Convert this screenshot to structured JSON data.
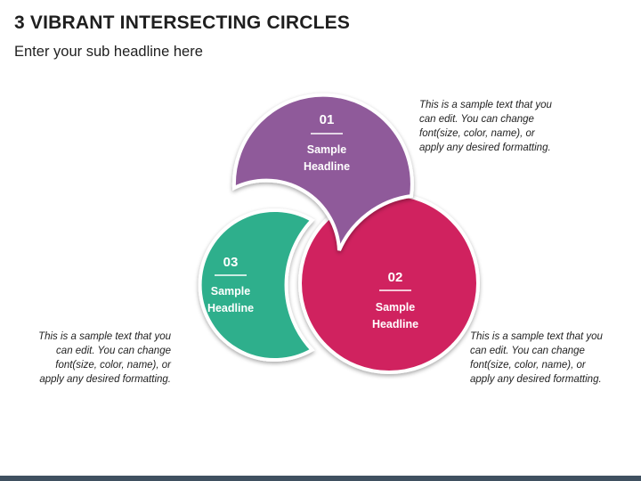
{
  "title": "3 VIBRANT INTERSECTING CIRCLES",
  "subtitle": "Enter your sub headline here",
  "circles": [
    {
      "number": "01",
      "headline_line1": "Sample",
      "headline_line2": "Headline",
      "color": "#8F5A9A"
    },
    {
      "number": "02",
      "headline_line1": "Sample",
      "headline_line2": "Headline",
      "color": "#D0225E"
    },
    {
      "number": "03",
      "headline_line1": "Sample",
      "headline_line2": "Headline",
      "color": "#2EAF8C"
    }
  ],
  "notes": [
    "This is a sample text that you can edit. You can change font(size, color, name), or apply any desired formatting.",
    "This is a sample text that you can edit. You can change font(size, color, name), or apply any desired formatting.",
    "This is a sample text that you can edit. You can change font(size, color, name), or apply any desired formatting."
  ],
  "colors": {
    "text": "#1F1F1F",
    "circle_text": "#FFFFFF",
    "bottom_bar": "#3F5060"
  }
}
